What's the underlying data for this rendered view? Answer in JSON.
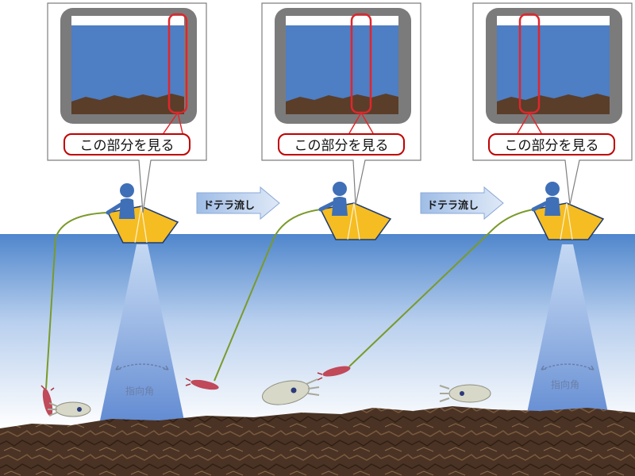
{
  "panels": [
    {
      "callout_label": "この部分を見る"
    },
    {
      "callout_label": "この部分を見る"
    },
    {
      "callout_label": "この部分を見る"
    }
  ],
  "drift_arrows": [
    {
      "label": "ドテラ流し"
    },
    {
      "label": "ドテラ流し"
    }
  ],
  "beam_angle_label": "指向角",
  "colors": {
    "water_top": "#4f86cc",
    "water_bottom": "#ffffff",
    "seabed": "#4a3324",
    "boat": "#f5bd22",
    "beam": "#6f96d8",
    "person": "#3f6fb6",
    "line": "#7a9a2a",
    "highlight": "#e0262c",
    "monitor_frame": "#7b7b7b",
    "monitor_water": "#4e7ec4"
  }
}
